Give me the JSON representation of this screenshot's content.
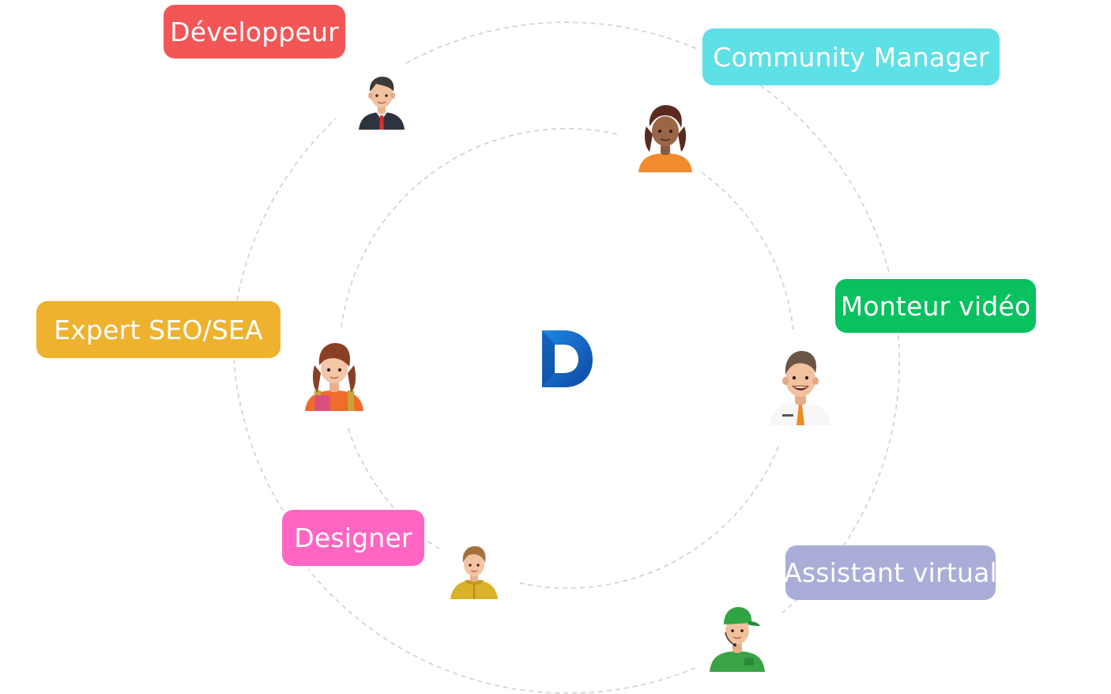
{
  "center_logo": {
    "letter": "D",
    "color_light": "#1e88e5",
    "color_dark": "#0d47a1",
    "icon": "d-letter-logo-icon"
  },
  "rings": {
    "stroke_color": "#cfcfcf",
    "style": "dashed"
  },
  "roles": [
    {
      "label": "Développeur",
      "color": "#f25656",
      "avatar": "man-in-suit-avatar-icon"
    },
    {
      "label": "Community Manager",
      "color": "#5de0e6",
      "avatar": "woman-with-braids-avatar-icon"
    },
    {
      "label": "Monteur vidéo",
      "color": "#09c15f",
      "avatar": "smiling-man-with-tie-avatar-icon"
    },
    {
      "label": "Expert SEO/SEA",
      "color": "#eeb22f",
      "avatar": "girl-with-backpack-avatar-icon"
    },
    {
      "label": "Designer",
      "color": "#ff66c4",
      "avatar": "person-in-yellow-hoodie-avatar-icon"
    },
    {
      "label": "Assistant virtual",
      "color": "#a9add7",
      "avatar": "man-with-green-cap-avatar-icon"
    }
  ]
}
